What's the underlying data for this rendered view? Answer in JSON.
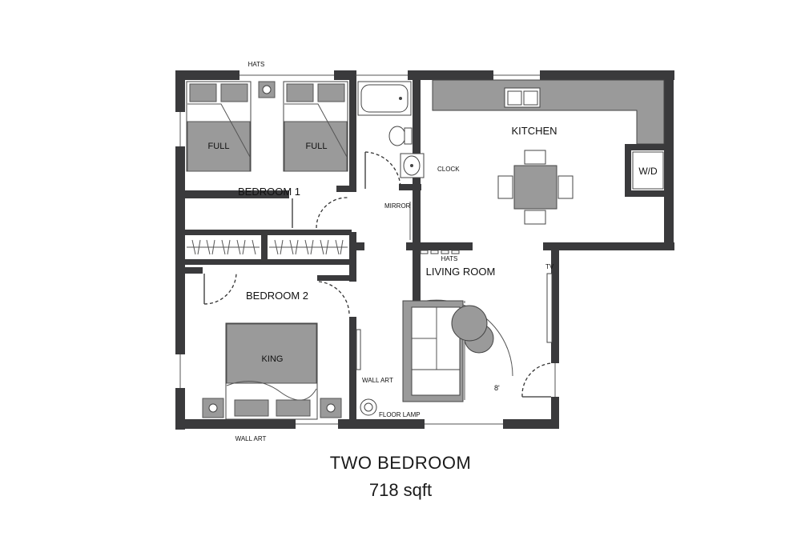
{
  "labels": {
    "hats_top": "HATS",
    "full_left": "FULL",
    "full_right": "FULL",
    "bedroom1": "BEDROOM 1",
    "bedroom2": "BEDROOM 2",
    "king": "KING",
    "kitchen": "KITCHEN",
    "wd": "W/D",
    "clock": "CLOCK",
    "mirror": "MIRROR",
    "hats_living": "HATS",
    "living_room": "LIVING ROOM",
    "tv": "TV",
    "wall_art_living": "WALL ART",
    "floor_lamp": "FLOOR LAMP",
    "wall_art_bottom": "WALL ART",
    "dimension": "8'"
  },
  "caption": {
    "title": "TWO BEDROOM",
    "area": "718 sqft"
  }
}
